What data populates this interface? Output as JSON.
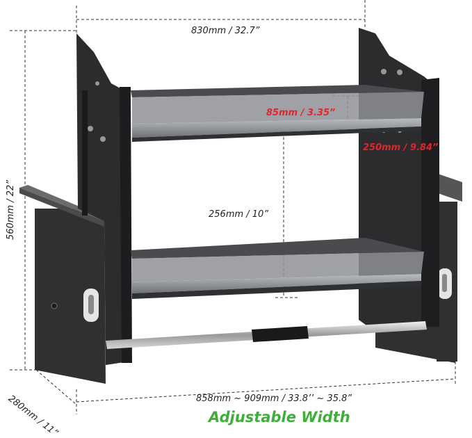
{
  "dimensions": {
    "top_width": "830mm / 32.7”",
    "shelf_lip_height": "85mm / 3.35”",
    "shelf_spacing": "250mm / 9.84”",
    "inner_height": "256mm / 10”",
    "total_height": "560mm / 22”",
    "depth": "280mm / 11”",
    "adjustable_width": "858mm ~ 909mm / 33.8’’ ~ 35.8”"
  },
  "caption": "Adjustable Width",
  "colors": {
    "frame": "#2c2c2e",
    "shelf_glass": "#8d9094",
    "dimension_line": "#333333",
    "red_annotation": "#e0262d",
    "caption_green": "#3fae3a"
  }
}
